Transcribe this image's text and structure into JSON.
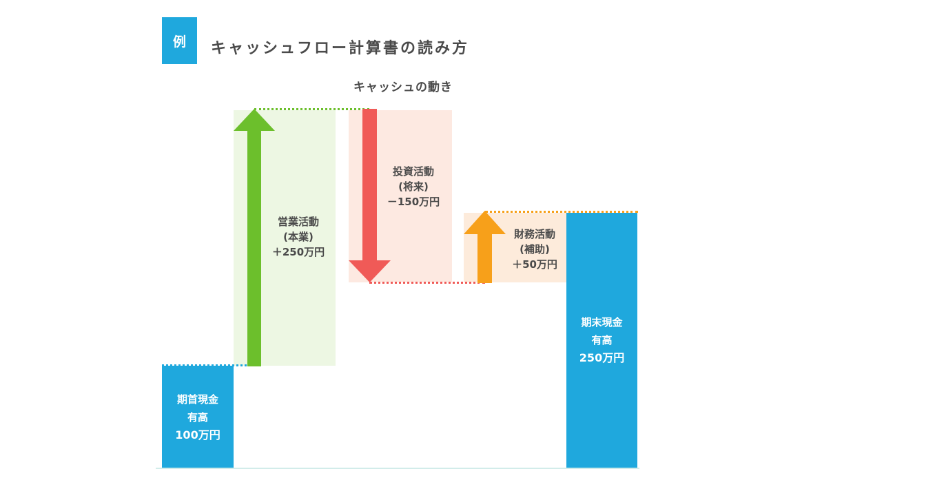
{
  "header": {
    "badge": "例",
    "title": "キャッシュフロー計算書の読み方"
  },
  "subtitle": "キャッシュの動き",
  "boxes": {
    "start": {
      "line1": "期首現金",
      "line2": "有高",
      "amount": "100万円"
    },
    "end": {
      "line1": "期末現金",
      "line2": "有高",
      "amount": "250万円"
    }
  },
  "flows": {
    "operating": {
      "line1": "営業活動",
      "line2": "(本業)",
      "amount": "＋250万円",
      "direction": "up",
      "color": "#6cbf2c"
    },
    "investing": {
      "line1": "投資活動",
      "line2": "(将来)",
      "amount": "－150万円",
      "direction": "down",
      "color": "#f05a57"
    },
    "financing": {
      "line1": "財務活動",
      "line2": "(補助)",
      "amount": "＋50万円",
      "direction": "up",
      "color": "#f7a01a"
    }
  },
  "colors": {
    "balance": "#1fa8dd",
    "operating": "#6cbf2c",
    "investing": "#f05a57",
    "financing": "#f7a01a"
  }
}
